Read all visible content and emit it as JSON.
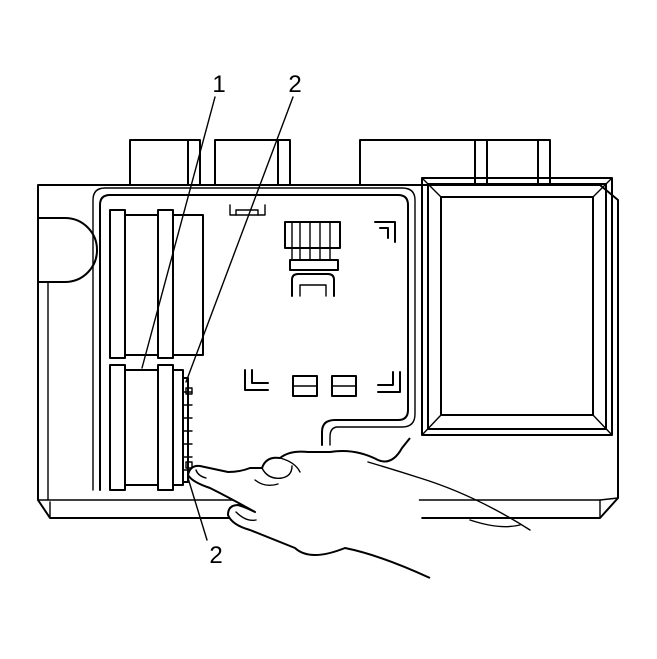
{
  "diagram": {
    "callouts": [
      {
        "id": "callout-1-top",
        "label": "1"
      },
      {
        "id": "callout-2-top",
        "label": "2"
      },
      {
        "id": "callout-2-bottom",
        "label": "2"
      }
    ]
  }
}
